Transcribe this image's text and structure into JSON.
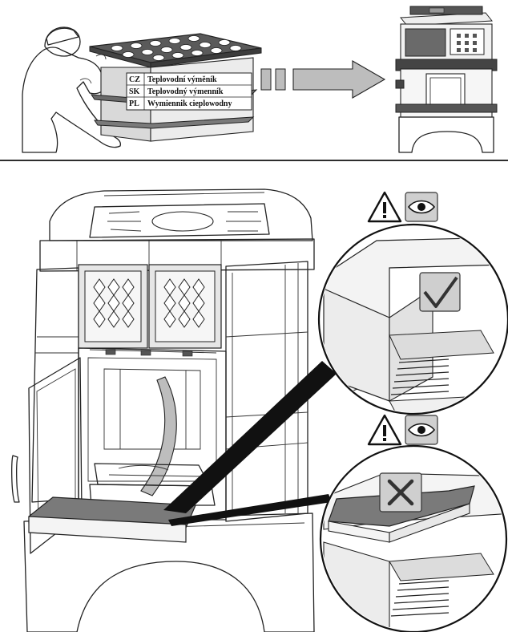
{
  "top_panel": {
    "labels": [
      {
        "code": "CZ",
        "text": "Teplovodní výměník"
      },
      {
        "code": "SK",
        "text": "Teplovodný výmenník"
      },
      {
        "code": "PL",
        "text": "Wymiennik cieplowodny"
      }
    ]
  },
  "bottom_panel": {
    "callouts": [
      {
        "status": "correct",
        "icons": [
          "warning-icon",
          "eye-icon",
          "checkmark-icon"
        ]
      },
      {
        "status": "incorrect",
        "icons": [
          "warning-icon",
          "eye-icon",
          "cross-icon"
        ]
      }
    ]
  },
  "colors": {
    "ink": "#222222",
    "gray_part": "#7a7a7a",
    "stove_fill": "#f4f4f4",
    "mark_box": "#cfcfcf"
  }
}
